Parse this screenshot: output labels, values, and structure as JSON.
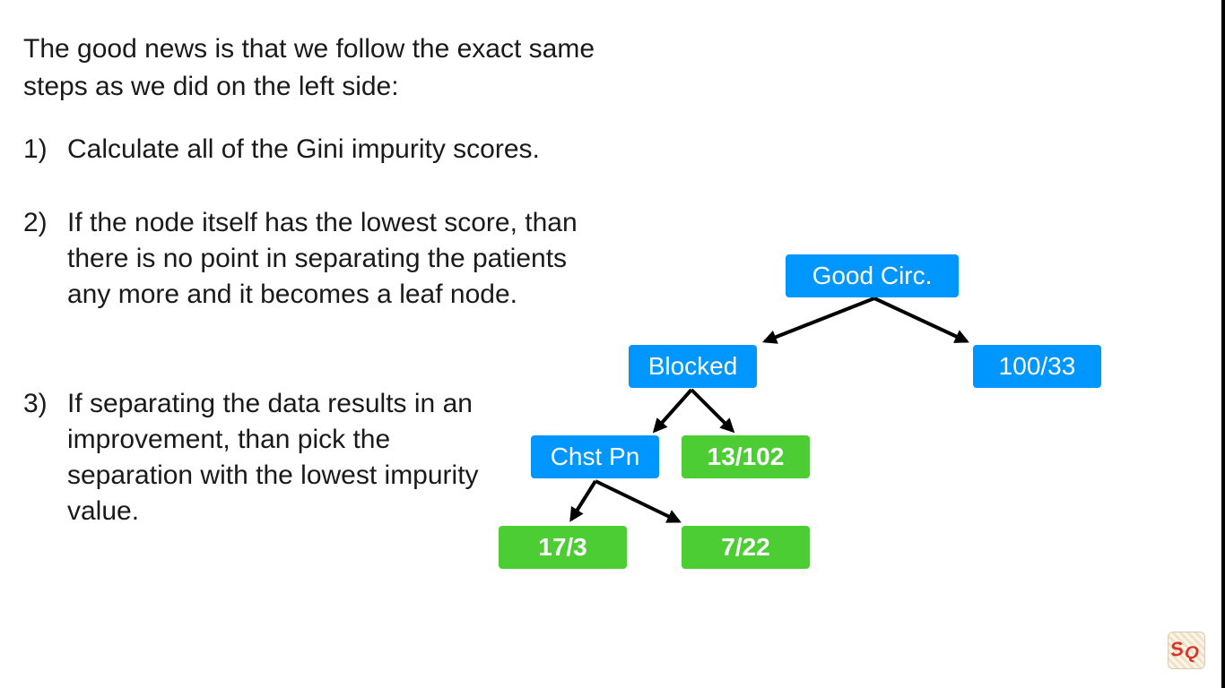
{
  "intro": "The good news is that we follow the exact same steps as we did on the left side:",
  "steps": [
    {
      "num": "1)",
      "text": "Calculate all of the Gini impurity scores."
    },
    {
      "num": "2)",
      "text": "If the node itself has the lowest score, than there is no point in separating the patients any more and it becomes a leaf node."
    },
    {
      "num": "3)",
      "text": "If separating the data results in an improvement, than pick the separation with the lowest impurity value."
    }
  ],
  "tree": {
    "root": "Good Circ.",
    "blocked": "Blocked",
    "right_leaf": "100/33",
    "chest_pain": "Chst Pn",
    "blocked_leaf": "13/102",
    "leaf_left": "17/3",
    "leaf_right": "7/22"
  },
  "colors": {
    "blue_node": "#0096ff",
    "green_leaf": "#4ccd34",
    "arrow": "#000000"
  },
  "logo": {
    "icon": "statquest-logo-icon",
    "letters": "SQ"
  }
}
